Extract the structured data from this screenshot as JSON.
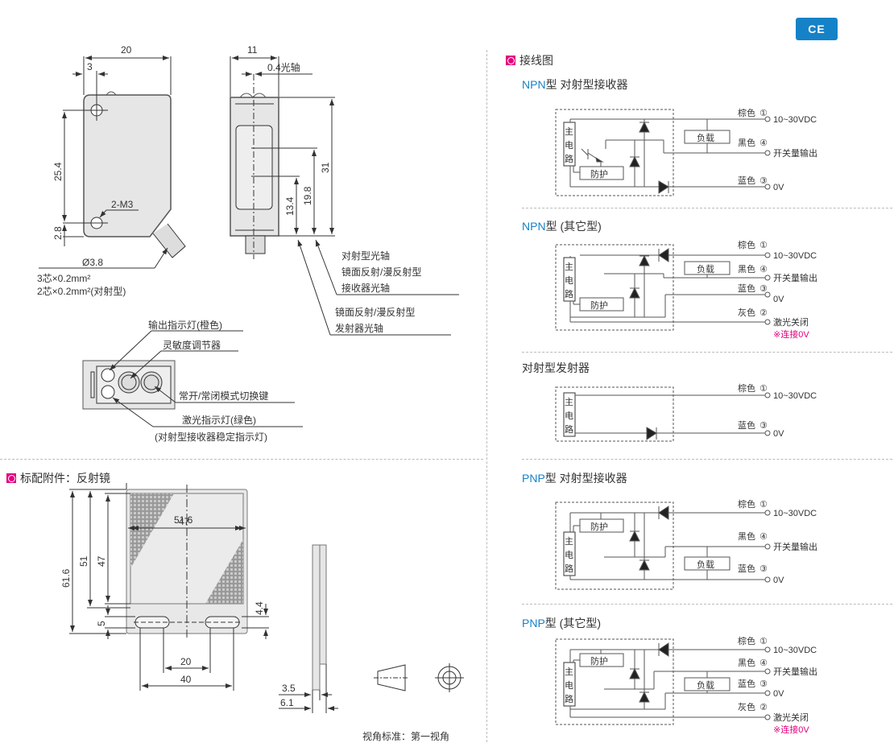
{
  "badge": {
    "label": "CE"
  },
  "sensor_drawing": {
    "front_view": {
      "width_dim": "20",
      "offset_dim": "3",
      "hole_pitch_dim": "25.4",
      "hole_offset_dim": "2.8",
      "hole_label": "2-M3",
      "cable_diameter": "Ø3.8",
      "cable_spec_1": "3芯×0.2mm²",
      "cable_spec_2": "2芯×0.2mm²(对射型)"
    },
    "side_view": {
      "width_dim": "11",
      "axis_offset_dim": "0.4光轴",
      "height_dim": "31",
      "axis_height_receiver": "19.8",
      "axis_height_emitter": "13.4",
      "callout_receiver": [
        "对射型光轴",
        "镜面反射/漫反射型",
        "接收器光轴"
      ],
      "callout_emitter": [
        "镜面反射/漫反射型",
        "发射器光轴"
      ]
    },
    "top_panel": {
      "output_led": "输出指示灯(橙色)",
      "sensitivity_adjuster": "灵敏度调节器",
      "mode_switch": "常开/常闭模式切换键",
      "laser_led": "激光指示灯(绿色)",
      "laser_led_note": "(对射型接收器稳定指示灯)"
    }
  },
  "accessory": {
    "title": "标配附件：反射镜",
    "dims": {
      "outer_width": "51.6",
      "inner_width": "47",
      "outer_height": "61.6",
      "mid_height": "51",
      "inner_height": "47",
      "slot_height": "5",
      "slot_offset": "4.4",
      "slot_inner_pitch": "20",
      "slot_outer_pitch": "40",
      "thickness_1": "3.5",
      "thickness_2": "6.1"
    },
    "projection_label": "视角标准：第一视角"
  },
  "wiring": {
    "title": "接线图",
    "common": {
      "main_circuit": [
        "主",
        "电",
        "路"
      ],
      "load": "负载",
      "protection": "防护"
    },
    "diagrams": [
      {
        "type_prefix": "NPN",
        "type_suffix": "型 对射型接收器",
        "wires": [
          {
            "color": "棕色",
            "num": "①",
            "signal": "10~30VDC"
          },
          {
            "color": "黑色",
            "num": "④",
            "signal": "开关量输出"
          },
          {
            "color": "蓝色",
            "num": "③",
            "signal": "0V"
          }
        ]
      },
      {
        "type_prefix": "NPN",
        "type_suffix": "型 (其它型)",
        "wires": [
          {
            "color": "棕色",
            "num": "①",
            "signal": "10~30VDC"
          },
          {
            "color": "黑色",
            "num": "④",
            "signal": "开关量输出"
          },
          {
            "color": "蓝色",
            "num": "③",
            "signal": "0V"
          },
          {
            "color": "灰色",
            "num": "②",
            "signal": "激光关闭",
            "note": "※连接0V"
          }
        ]
      },
      {
        "type_prefix": "",
        "type_suffix": "对射型发射器",
        "wires": [
          {
            "color": "棕色",
            "num": "①",
            "signal": "10~30VDC"
          },
          {
            "color": "蓝色",
            "num": "③",
            "signal": "0V"
          }
        ]
      },
      {
        "type_prefix": "PNP",
        "type_suffix": "型 对射型接收器",
        "wires": [
          {
            "color": "棕色",
            "num": "①",
            "signal": "10~30VDC"
          },
          {
            "color": "黑色",
            "num": "④",
            "signal": "开关量输出"
          },
          {
            "color": "蓝色",
            "num": "③",
            "signal": "0V"
          }
        ]
      },
      {
        "type_prefix": "PNP",
        "type_suffix": "型 (其它型)",
        "wires": [
          {
            "color": "棕色",
            "num": "①",
            "signal": "10~30VDC"
          },
          {
            "color": "黑色",
            "num": "④",
            "signal": "开关量输出"
          },
          {
            "color": "蓝色",
            "num": "③",
            "signal": "0V"
          },
          {
            "color": "灰色",
            "num": "②",
            "signal": "激光关闭",
            "note": "※连接0V"
          }
        ]
      }
    ]
  },
  "colors": {
    "accent_blue": "#1582c8",
    "marker_pink": "#e4007f"
  }
}
